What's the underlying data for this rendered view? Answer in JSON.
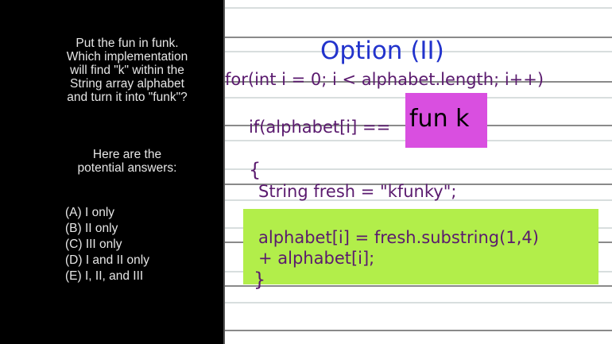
{
  "question": {
    "lines": [
      "Put the fun in funk.",
      "Which implementation",
      "will find \"k\" within the",
      "String array alphabet",
      "and turn it into \"funk\"?"
    ],
    "answers_intro": [
      "Here are the",
      "potential answers:"
    ],
    "answers": [
      "(A) I only",
      "(B) II only",
      "(C) III only",
      "(D) I and II only",
      "(E) I, II, and III"
    ]
  },
  "board": {
    "title": "Option (II)",
    "for_line": "for(int i = 0; i < alphabet.length; i++)",
    "if_line": "if(alphabet[i] ==",
    "highlight": "fun k",
    "open_brace": "{",
    "string_line": "String fresh = \"kfunky\";",
    "assign_line1": "alphabet[i] = fresh.substring(1,4)",
    "assign_line2": "+ alphabet[i];",
    "close_brace": "}"
  },
  "colors": {
    "ink": "#5a1a6e",
    "title": "#2233cc",
    "pink": "#d94fe0",
    "green": "#b2ee4a"
  }
}
